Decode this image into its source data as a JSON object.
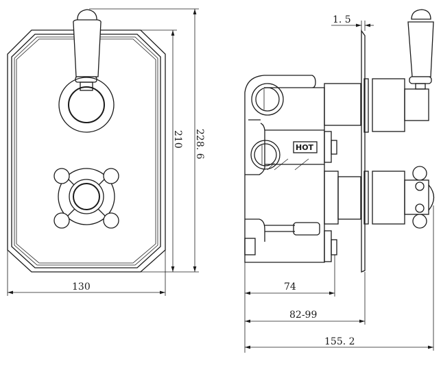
{
  "front_view": {
    "dimensions": {
      "width": "130",
      "plate_height": "210",
      "overall_height": "228. 6"
    }
  },
  "side_view": {
    "label_hot": "HOT",
    "dimensions": {
      "plate_thickness": "1. 5",
      "body_depth": "74",
      "adjustable_depth": "82-99",
      "overall_depth": "155. 2"
    }
  }
}
